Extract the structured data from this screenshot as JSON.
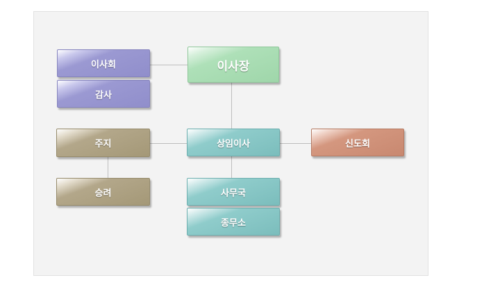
{
  "org_chart": {
    "chairman": "이사장",
    "board": "이사회",
    "auditor": "감사",
    "standing_director": "상임이사",
    "abbot": "주지",
    "monks": "승려",
    "believers_council": "신도회",
    "secretariat": "사무국",
    "general_affairs": "종무소"
  },
  "colors": {
    "purple": "#9b99d2",
    "green": "#aee0b8",
    "teal": "#8fcccb",
    "khaki": "#b3a78a",
    "salmon": "#d4977f",
    "connector": "#bdbdbd"
  }
}
